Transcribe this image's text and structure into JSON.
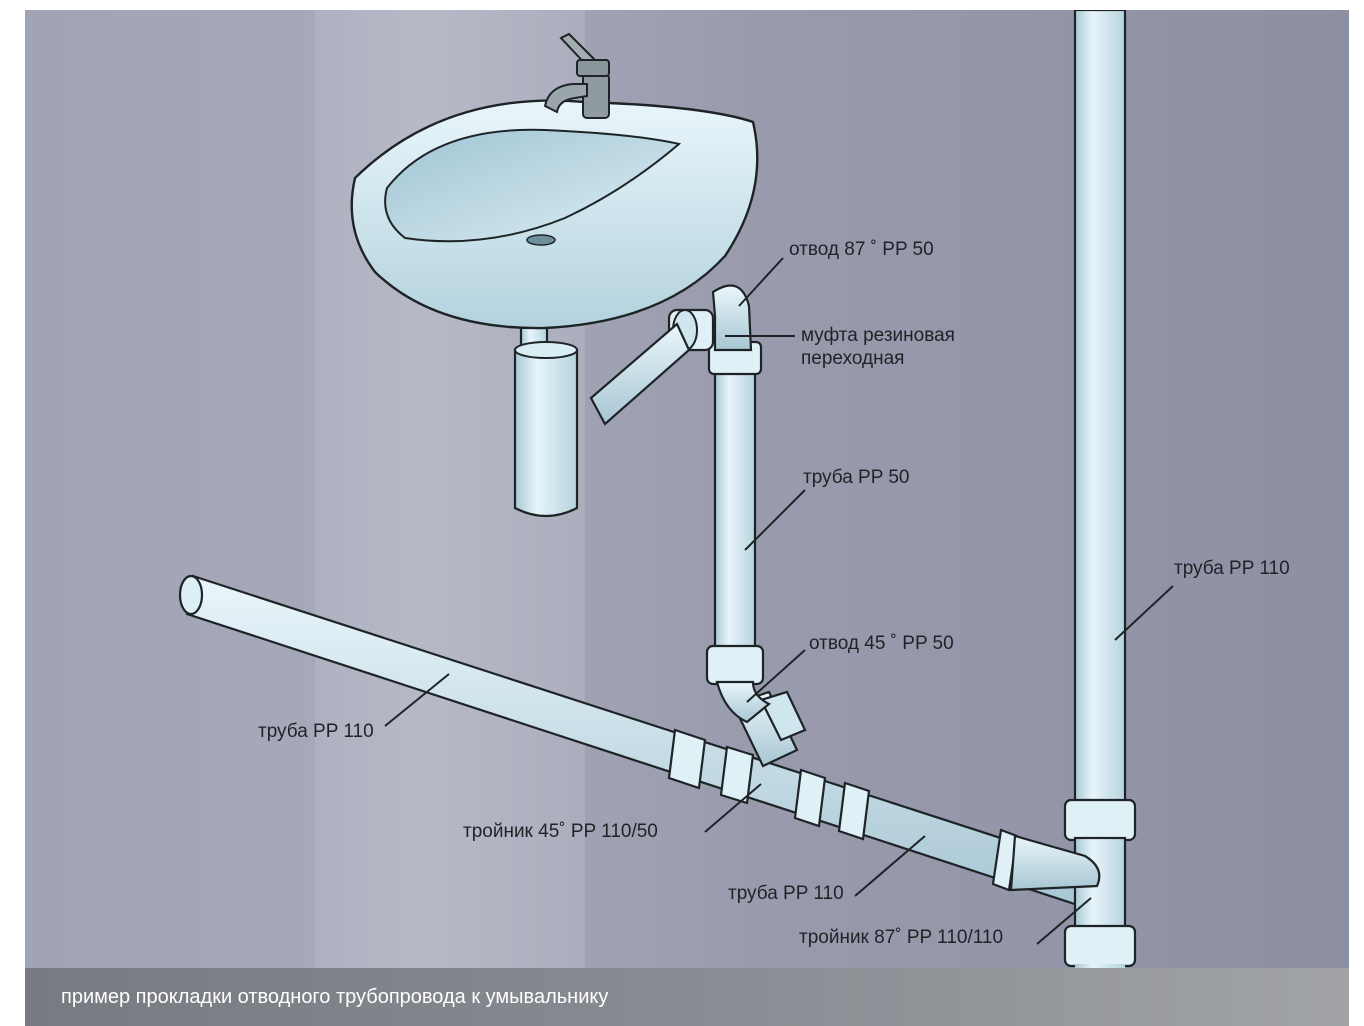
{
  "labels": {
    "elbow87": "отвод 87 ˚ PP 50",
    "coupling_line1": "муфта резиновая",
    "coupling_line2": "переходная",
    "pipe50": "труба PP 50",
    "pipe110_right": "труба PP 110",
    "elbow45": "отвод 45 ˚ PP 50",
    "pipe110_left": "труба PP 110",
    "tee45": "тройник 45˚ PP 110/50",
    "pipe110_bottom": "труба PP 110",
    "tee87": "тройник 87˚ PP 110/110"
  },
  "caption": "пример прокладки отводного трубопровода к умывальнику",
  "colors": {
    "wall_dark": "#8f93a6",
    "wall_light": "#b6b8c6",
    "pipe_fill": "#d5eaf2",
    "pipe_outline": "#1e2426",
    "caption_bar": "#85888e"
  }
}
